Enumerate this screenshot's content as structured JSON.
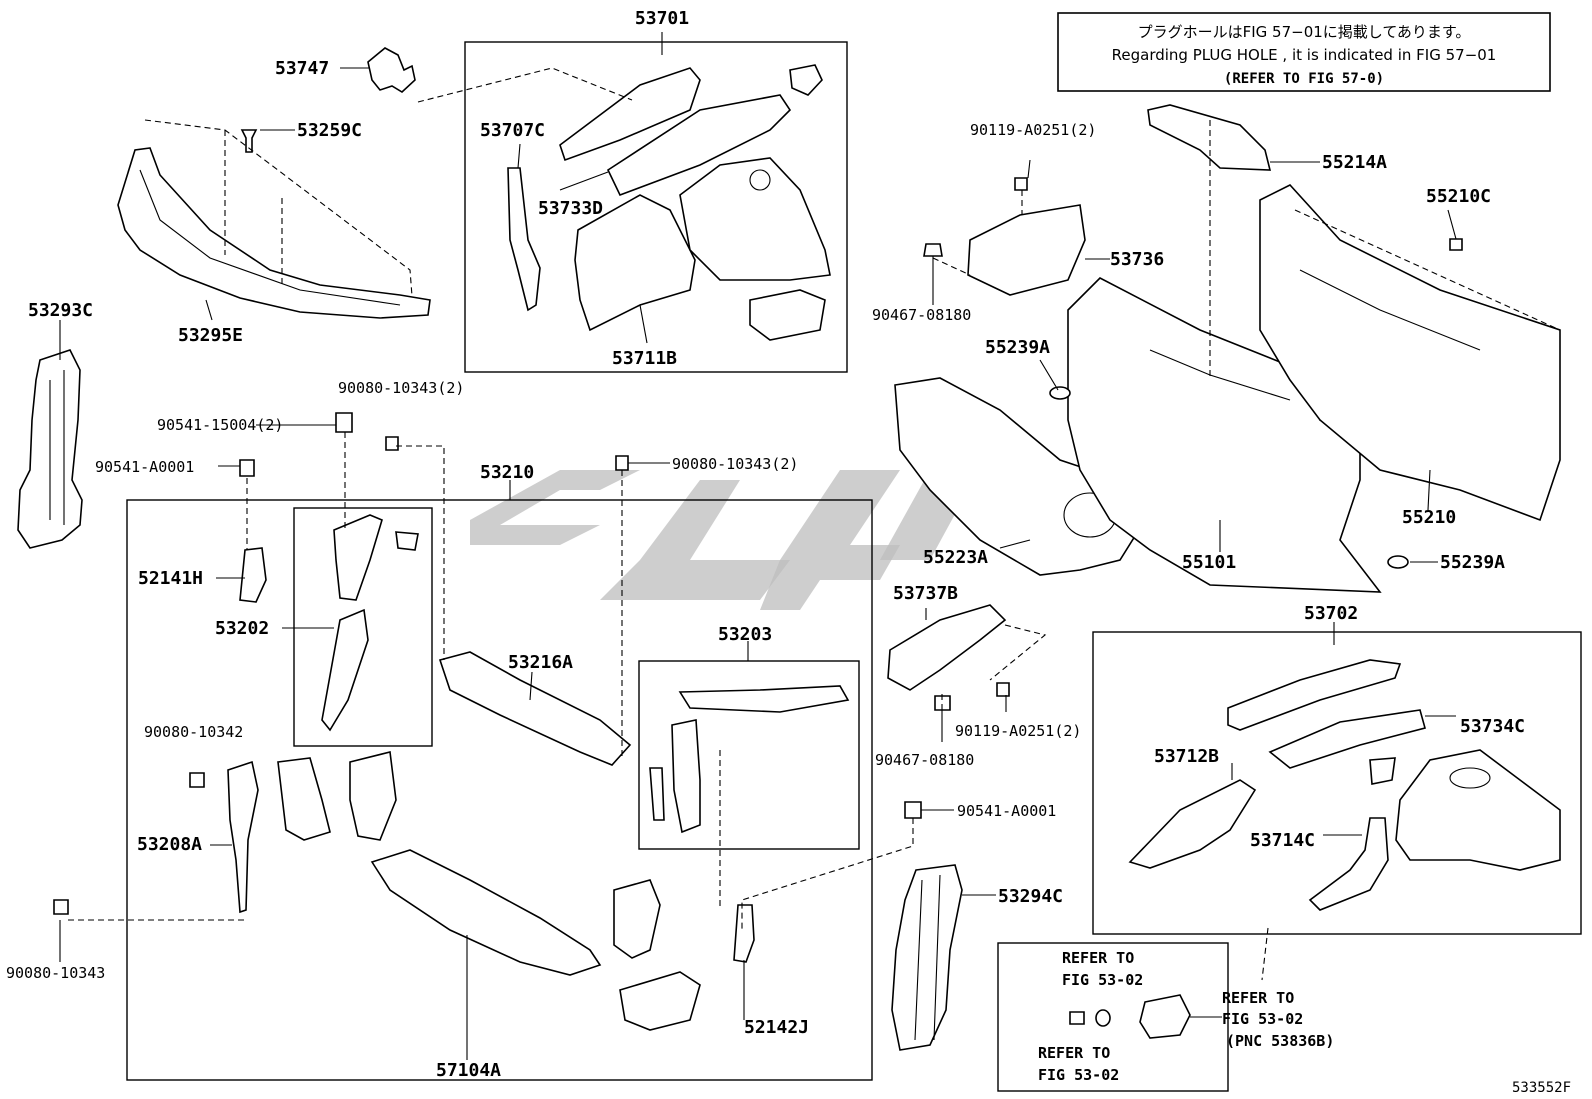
{
  "note": {
    "line1": "プラグホールはFIG 57−01に掲載してあります。",
    "line2": "Regarding PLUG HOLE , it is indicated in FIG 57−01",
    "line3": "(REFER TO FIG 57-0)"
  },
  "labels": {
    "p53701": "53701",
    "p53747": "53747",
    "p53259C": "53259C",
    "p53707C": "53707C",
    "p53733D": "53733D",
    "p53711B": "53711B",
    "p53295E": "53295E",
    "p53293C": "53293C",
    "p90080_10343_2a": "90080-10343(2)",
    "p90541_15004_2": "90541-15004(2)",
    "p90541_A0001a": "90541-A0001",
    "p53210": "53210",
    "p90080_10343_2b": "90080-10343(2)",
    "p52141H": "52141H",
    "p53202": "53202",
    "p53216A": "53216A",
    "p53203": "53203",
    "p90080_10342": "90080-10342",
    "p53208A": "53208A",
    "p90080_10343": "90080-10343",
    "p57104A": "57104A",
    "p52142J": "52142J",
    "p90119_A0251_2a": "90119-A0251(2)",
    "p55214A": "55214A",
    "p55210C": "55210C",
    "p53736": "53736",
    "p90467_08180a": "90467-08180",
    "p55239Aa": "55239A",
    "p55223A": "55223A",
    "p55101": "55101",
    "p55210": "55210",
    "p55239Ab": "55239A",
    "p53737B": "53737B",
    "p90119_A0251_2b": "90119-A0251(2)",
    "p90467_08180b": "90467-08180",
    "p53702": "53702",
    "p53734C": "53734C",
    "p53712B": "53712B",
    "p53714C": "53714C",
    "p90541_A0001b": "90541-A0001",
    "p53294C": "53294C",
    "figno": "533552F"
  },
  "refs": {
    "r1a": "REFER TO",
    "r1b": "FIG 53-02",
    "r2a": "REFER TO",
    "r2b": "FIG 53-02",
    "r2c": "(PNC 53836B)",
    "r3a": "REFER TO",
    "r3b": "FIG 53-02"
  }
}
